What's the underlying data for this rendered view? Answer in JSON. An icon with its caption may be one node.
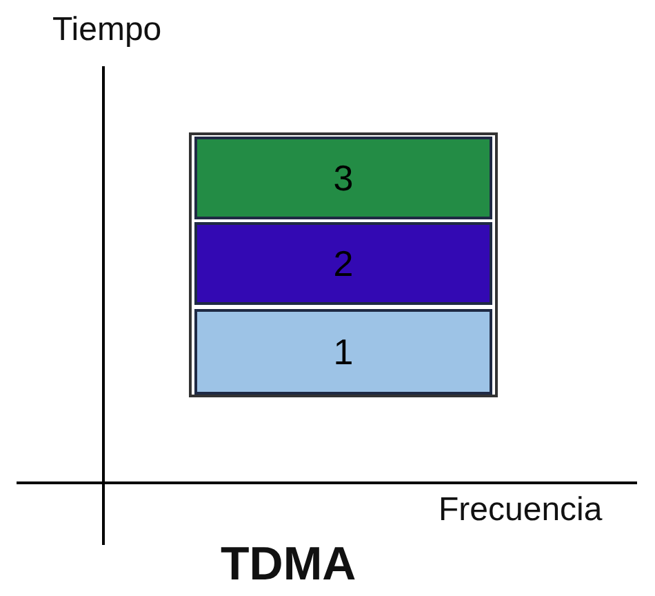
{
  "diagram": {
    "title": "TDMA",
    "nodes": [
      {
        "text": [
          "3"
        ]
      },
      {
        "text": [
          "2"
        ]
      },
      {
        "text": [
          "1"
        ]
      }
    ],
    "edges": [],
    "labels": [
      "Tiempo",
      "Frecuencia"
    ]
  }
}
